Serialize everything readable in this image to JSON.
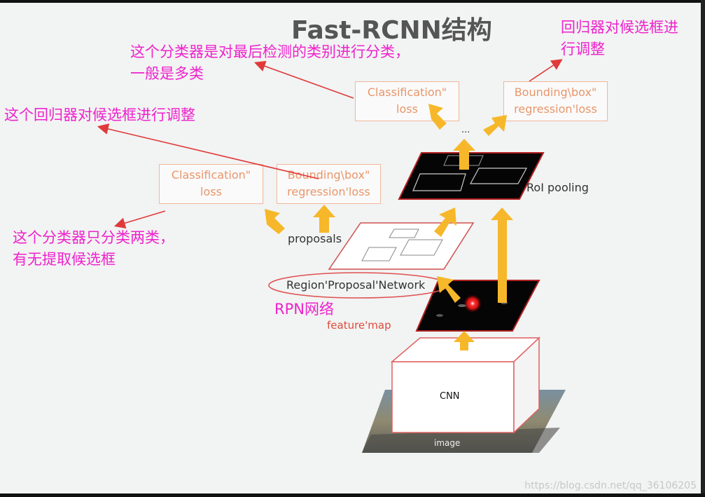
{
  "title": "Fast-RCNN结构",
  "annotations": {
    "top_classifier": [
      "这个分类器是对最后检测的类别进行分类，",
      "一般是多类"
    ],
    "top_regressor": [
      "回归器对候选框进",
      "行调整"
    ],
    "mid_regressor": [
      "这个回归器对候选框进行调整"
    ],
    "rpn_classifier": [
      "这个分类器只分类两类，",
      "有无提取候选框"
    ]
  },
  "boxes": {
    "top_cls": [
      "Classification\"",
      "loss"
    ],
    "top_bbox": [
      "Bounding\\box\"",
      "regression'loss"
    ],
    "rpn_cls": [
      "Classification\"",
      "loss"
    ],
    "rpn_bbox": [
      "Bounding\\box\"",
      "regression'loss"
    ]
  },
  "labels": {
    "roi_pooling": "RoI pooling",
    "proposals": "proposals",
    "rpn": "Region'Proposal'Network",
    "rpn_short": "RPN网络",
    "feature_map": "feature'map",
    "cnn": "CNN",
    "image": "image",
    "ellipsis": "..."
  },
  "watermark": "https://blog.csdn.net/qq_36106205",
  "colors": {
    "annotation": "#ee22cc",
    "box_border": "#f0b89a",
    "box_text": "#e9966a",
    "arrow": "#f6b82a",
    "pointer": "#e03a3a"
  }
}
